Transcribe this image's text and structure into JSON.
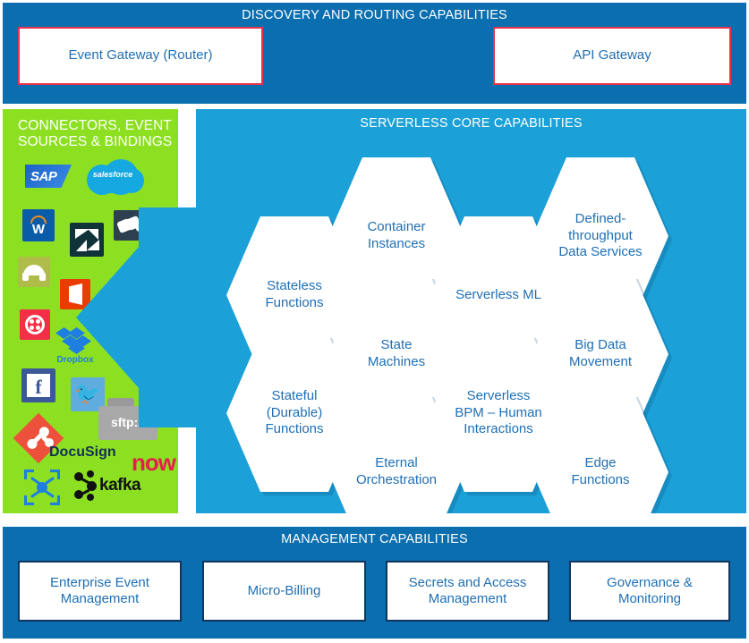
{
  "discovery": {
    "title": "DISCOVERY AND ROUTING CAPABILITIES",
    "boxes": [
      {
        "label": "Event Gateway (Router)"
      },
      {
        "label": "API Gateway"
      }
    ]
  },
  "connectors": {
    "title": "CONNECTORS, EVENT\nSOURCES & BINDINGS",
    "title_line1": "CONNECTORS, EVENT",
    "title_line2": "SOURCES & BINDINGS",
    "logos": [
      {
        "name": "sap-logo",
        "label": "SAP"
      },
      {
        "name": "salesforce-logo",
        "label": "salesforce"
      },
      {
        "name": "workday-logo",
        "label": "W"
      },
      {
        "name": "zendesk-logo",
        "label": "Zendesk"
      },
      {
        "name": "box-logo",
        "label": "Box"
      },
      {
        "name": "concur-logo",
        "label": "Concur"
      },
      {
        "name": "office-logo",
        "label": "Office"
      },
      {
        "name": "twilio-logo",
        "label": "Twilio"
      },
      {
        "name": "dropbox-logo",
        "label": "Dropbox"
      },
      {
        "name": "facebook-logo",
        "label": "f"
      },
      {
        "name": "twitter-logo",
        "label": "Twitter"
      },
      {
        "name": "git-logo",
        "label": "Git"
      },
      {
        "name": "sftp-logo",
        "label": "sftp://"
      },
      {
        "name": "docusign-logo",
        "label": "DocuSign"
      },
      {
        "name": "servicenow-logo",
        "label": "now"
      },
      {
        "name": "mulesoft-logo",
        "label": "MuleSoft"
      },
      {
        "name": "kafka-logo",
        "label": "kafka"
      }
    ]
  },
  "core": {
    "title": "SERVERLESS CORE CAPABILITIES",
    "hexagons": [
      {
        "id": "stateless-functions",
        "label": "Stateless\nFunctions",
        "l1": "Stateless",
        "l2": "Functions",
        "l3": ""
      },
      {
        "id": "stateful-functions",
        "label": "Stateful (Durable) Functions",
        "l1": "Stateful",
        "l2": "(Durable)",
        "l3": "Functions"
      },
      {
        "id": "container-instances",
        "label": "Container Instances",
        "l1": "Container",
        "l2": "Instances",
        "l3": ""
      },
      {
        "id": "state-machines",
        "label": "State Machines",
        "l1": "State",
        "l2": "Machines",
        "l3": ""
      },
      {
        "id": "eternal-orchestration",
        "label": "Eternal Orchestration",
        "l1": "Eternal",
        "l2": "Orchestration",
        "l3": ""
      },
      {
        "id": "serverless-ml",
        "label": "Serverless ML",
        "l1": "Serverless ML",
        "l2": "",
        "l3": ""
      },
      {
        "id": "serverless-bpm",
        "label": "Serverless BPM – Human Interactions",
        "l1": "Serverless",
        "l2": "BPM – Human",
        "l3": "Interactions"
      },
      {
        "id": "defined-throughput",
        "label": "Defined-throughput Data Services",
        "l1": "Defined-",
        "l2": "throughput",
        "l3": "Data Services"
      },
      {
        "id": "big-data-movement",
        "label": "Big Data Movement",
        "l1": "Big Data",
        "l2": "Movement",
        "l3": ""
      },
      {
        "id": "edge-functions",
        "label": "Edge Functions",
        "l1": "Edge",
        "l2": "Functions",
        "l3": ""
      }
    ]
  },
  "management": {
    "title": "MANAGEMENT CAPABILITIES",
    "boxes": [
      {
        "label": "Enterprise Event Management",
        "l1": "Enterprise Event",
        "l2": "Management"
      },
      {
        "label": "Micro-Billing",
        "l1": "Micro-Billing",
        "l2": ""
      },
      {
        "label": "Secrets and Access Management",
        "l1": "Secrets and Access",
        "l2": "Management"
      },
      {
        "label": "Governance & Monitoring",
        "l1": "Governance &",
        "l2": "Monitoring"
      }
    ]
  },
  "colors": {
    "band_blue": "#0A6EAF",
    "core_blue": "#1BA0D8",
    "connector_green": "#8CE021",
    "box_border_red": "#E8334A",
    "box_border_navy": "#12355E",
    "text_blue": "#1F6FB4"
  }
}
